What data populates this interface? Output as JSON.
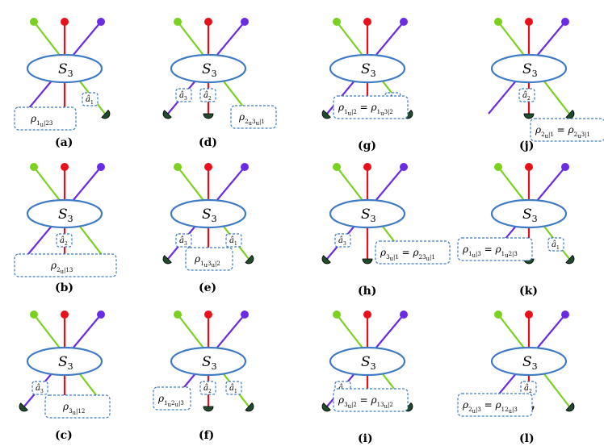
{
  "colors": {
    "green": "#7ad11f",
    "red": "#e8101a",
    "purple": "#6a2ce3",
    "ellipse": "#3e7bc4",
    "detector": "#1f4a2c"
  },
  "ellipse_label": {
    "main": "S",
    "sub": "3"
  },
  "panels": [
    {
      "key": "a",
      "label": "(a)",
      "detectors": {
        "green": true,
        "red": false,
        "purple": false
      },
      "hats": [
        {
          "name": "a-hat-1",
          "base": "â",
          "sub": "1"
        }
      ],
      "rho": [
        {
          "sym": "ρ",
          "sub": "1",
          "sub2": "u",
          "tail": "|23"
        }
      ]
    },
    {
      "key": "b",
      "label": "(b)",
      "detectors": {
        "green": false,
        "red": true,
        "purple": false
      },
      "hats": [
        {
          "name": "a-hat-2",
          "base": "â",
          "sub": "2"
        }
      ],
      "rho": [
        {
          "sym": "ρ",
          "sub": "2",
          "sub2": "u",
          "tail": "|13"
        }
      ]
    },
    {
      "key": "c",
      "label": "(c)",
      "detectors": {
        "green": false,
        "red": false,
        "purple": true
      },
      "hats": [
        {
          "name": "a-hat-3",
          "base": "â",
          "sub": "3"
        }
      ],
      "rho": [
        {
          "sym": "ρ",
          "sub": "3",
          "sub2": "u",
          "tail": "|12"
        }
      ]
    },
    {
      "key": "d",
      "label": "(d)",
      "detectors": {
        "green": false,
        "red": true,
        "purple": true
      },
      "hats": [
        {
          "name": "a-hat-3",
          "base": "â",
          "sub": "3"
        },
        {
          "name": "a-hat-2",
          "base": "â",
          "sub": "2"
        }
      ],
      "rho": [
        {
          "sym": "ρ",
          "sub": "2",
          "sub2": "u",
          "tail": "3",
          "tailsub": "u",
          "tail2": "|1"
        }
      ]
    },
    {
      "key": "e",
      "label": "(e)",
      "detectors": {
        "green": true,
        "red": false,
        "purple": true
      },
      "hats": [
        {
          "name": "a-hat-3",
          "base": "â",
          "sub": "3"
        },
        {
          "name": "a-hat-1",
          "base": "â",
          "sub": "1"
        }
      ],
      "rho": [
        {
          "sym": "ρ",
          "sub": "1",
          "sub2": "u",
          "tail": "3",
          "tailsub": "u",
          "tail2": "|2"
        }
      ]
    },
    {
      "key": "f",
      "label": "(f)",
      "detectors": {
        "green": true,
        "red": true,
        "purple": false
      },
      "hats": [
        {
          "name": "a-hat-2",
          "base": "â",
          "sub": "2"
        },
        {
          "name": "a-hat-1",
          "base": "â",
          "sub": "1"
        }
      ],
      "rho": [
        {
          "sym": "ρ",
          "sub": "1",
          "sub2": "u",
          "tail": "2",
          "tailsub": "u",
          "tail2": "|3"
        }
      ]
    },
    {
      "key": "g",
      "label": "(g)",
      "detectors": {
        "green": true,
        "red": false,
        "purple": true
      },
      "hats": [
        {
          "name": "a-hat-1",
          "base": "â",
          "sub": "1"
        }
      ],
      "rho": [
        {
          "sym": "ρ",
          "sub": "1",
          "sub2": "u",
          "tail": "|2"
        },
        {
          "sym": "ρ",
          "sub": "1",
          "sub2": "u",
          "tail": "3|2"
        }
      ]
    },
    {
      "key": "h",
      "label": "(h)",
      "detectors": {
        "green": false,
        "red": true,
        "purple": true
      },
      "hats": [
        {
          "name": "a-hat-3",
          "base": "â",
          "sub": "3"
        }
      ],
      "rho": [
        {
          "sym": "ρ",
          "sub": "3",
          "sub2": "u",
          "tail": "|1"
        },
        {
          "sym": "ρ",
          "sub": "23",
          "sub2": "u",
          "tail": "|1"
        }
      ]
    },
    {
      "key": "i",
      "label": "(i)",
      "detectors": {
        "green": true,
        "red": false,
        "purple": true
      },
      "hats": [
        {
          "name": "a-hat-3",
          "base": "â",
          "sub": "3"
        }
      ],
      "rho": [
        {
          "sym": "ρ",
          "sub": "3",
          "sub2": "u",
          "tail": "|2"
        },
        {
          "sym": "ρ",
          "sub": "13",
          "sub2": "u",
          "tail": "|2"
        }
      ]
    },
    {
      "key": "j",
      "label": "(j)",
      "detectors": {
        "green": true,
        "red": true,
        "purple": false
      },
      "hats": [
        {
          "name": "a-hat-2",
          "base": "â",
          "sub": "2"
        }
      ],
      "rho": [
        {
          "sym": "ρ",
          "sub": "2",
          "sub2": "u",
          "tail": "|1"
        },
        {
          "sym": "ρ",
          "sub": "2",
          "sub2": "u",
          "tail": "3|1"
        }
      ]
    },
    {
      "key": "k",
      "label": "(k)",
      "detectors": {
        "green": true,
        "red": true,
        "purple": false
      },
      "hats": [
        {
          "name": "a-hat-1",
          "base": "â",
          "sub": "1"
        }
      ],
      "rho": [
        {
          "sym": "ρ",
          "sub": "1",
          "sub2": "u",
          "tail": "|3"
        },
        {
          "sym": "ρ",
          "sub": "1",
          "sub2": "u",
          "tail": "2|3"
        }
      ]
    },
    {
      "key": "l",
      "label": "(l)",
      "detectors": {
        "green": true,
        "red": true,
        "purple": false
      },
      "hats": [
        {
          "name": "a-hat-2",
          "base": "â",
          "sub": "2"
        }
      ],
      "rho": [
        {
          "sym": "ρ",
          "sub": "2",
          "sub2": "u",
          "tail": "|3"
        },
        {
          "sym": "ρ",
          "sub": "12",
          "sub2": "u",
          "tail": "|3"
        }
      ]
    }
  ]
}
